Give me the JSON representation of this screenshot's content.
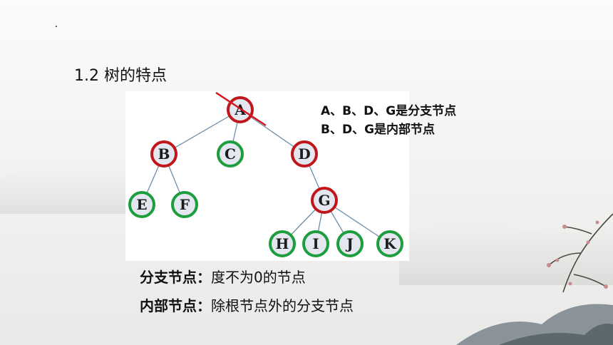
{
  "slide": {
    "title": "1.2 树的特点",
    "notes": [
      "A、B、D、G是分支节点",
      "B、D、G是内部节点"
    ],
    "definitions": [
      {
        "term": "分支节点：",
        "text": "度不为0的节点"
      },
      {
        "term": "内部节点：",
        "text": "除根节点外的分支节点"
      }
    ]
  },
  "tree": {
    "colors": {
      "branch": "#c0171c",
      "leaf": "#1c9e3f",
      "fill": "#e4e6f0",
      "edge": "#6d8ea8",
      "cross": "#d4161c"
    },
    "nodes": [
      {
        "id": "A",
        "type": "branch",
        "crossed": true
      },
      {
        "id": "B",
        "type": "branch"
      },
      {
        "id": "C",
        "type": "leaf"
      },
      {
        "id": "D",
        "type": "branch"
      },
      {
        "id": "E",
        "type": "leaf"
      },
      {
        "id": "F",
        "type": "leaf"
      },
      {
        "id": "G",
        "type": "branch"
      },
      {
        "id": "H",
        "type": "leaf"
      },
      {
        "id": "I",
        "type": "leaf"
      },
      {
        "id": "J",
        "type": "leaf"
      },
      {
        "id": "K",
        "type": "leaf"
      }
    ],
    "edges": [
      [
        "A",
        "B"
      ],
      [
        "A",
        "C"
      ],
      [
        "A",
        "D"
      ],
      [
        "B",
        "E"
      ],
      [
        "B",
        "F"
      ],
      [
        "D",
        "G"
      ],
      [
        "G",
        "H"
      ],
      [
        "G",
        "I"
      ],
      [
        "G",
        "J"
      ],
      [
        "G",
        "K"
      ]
    ]
  }
}
